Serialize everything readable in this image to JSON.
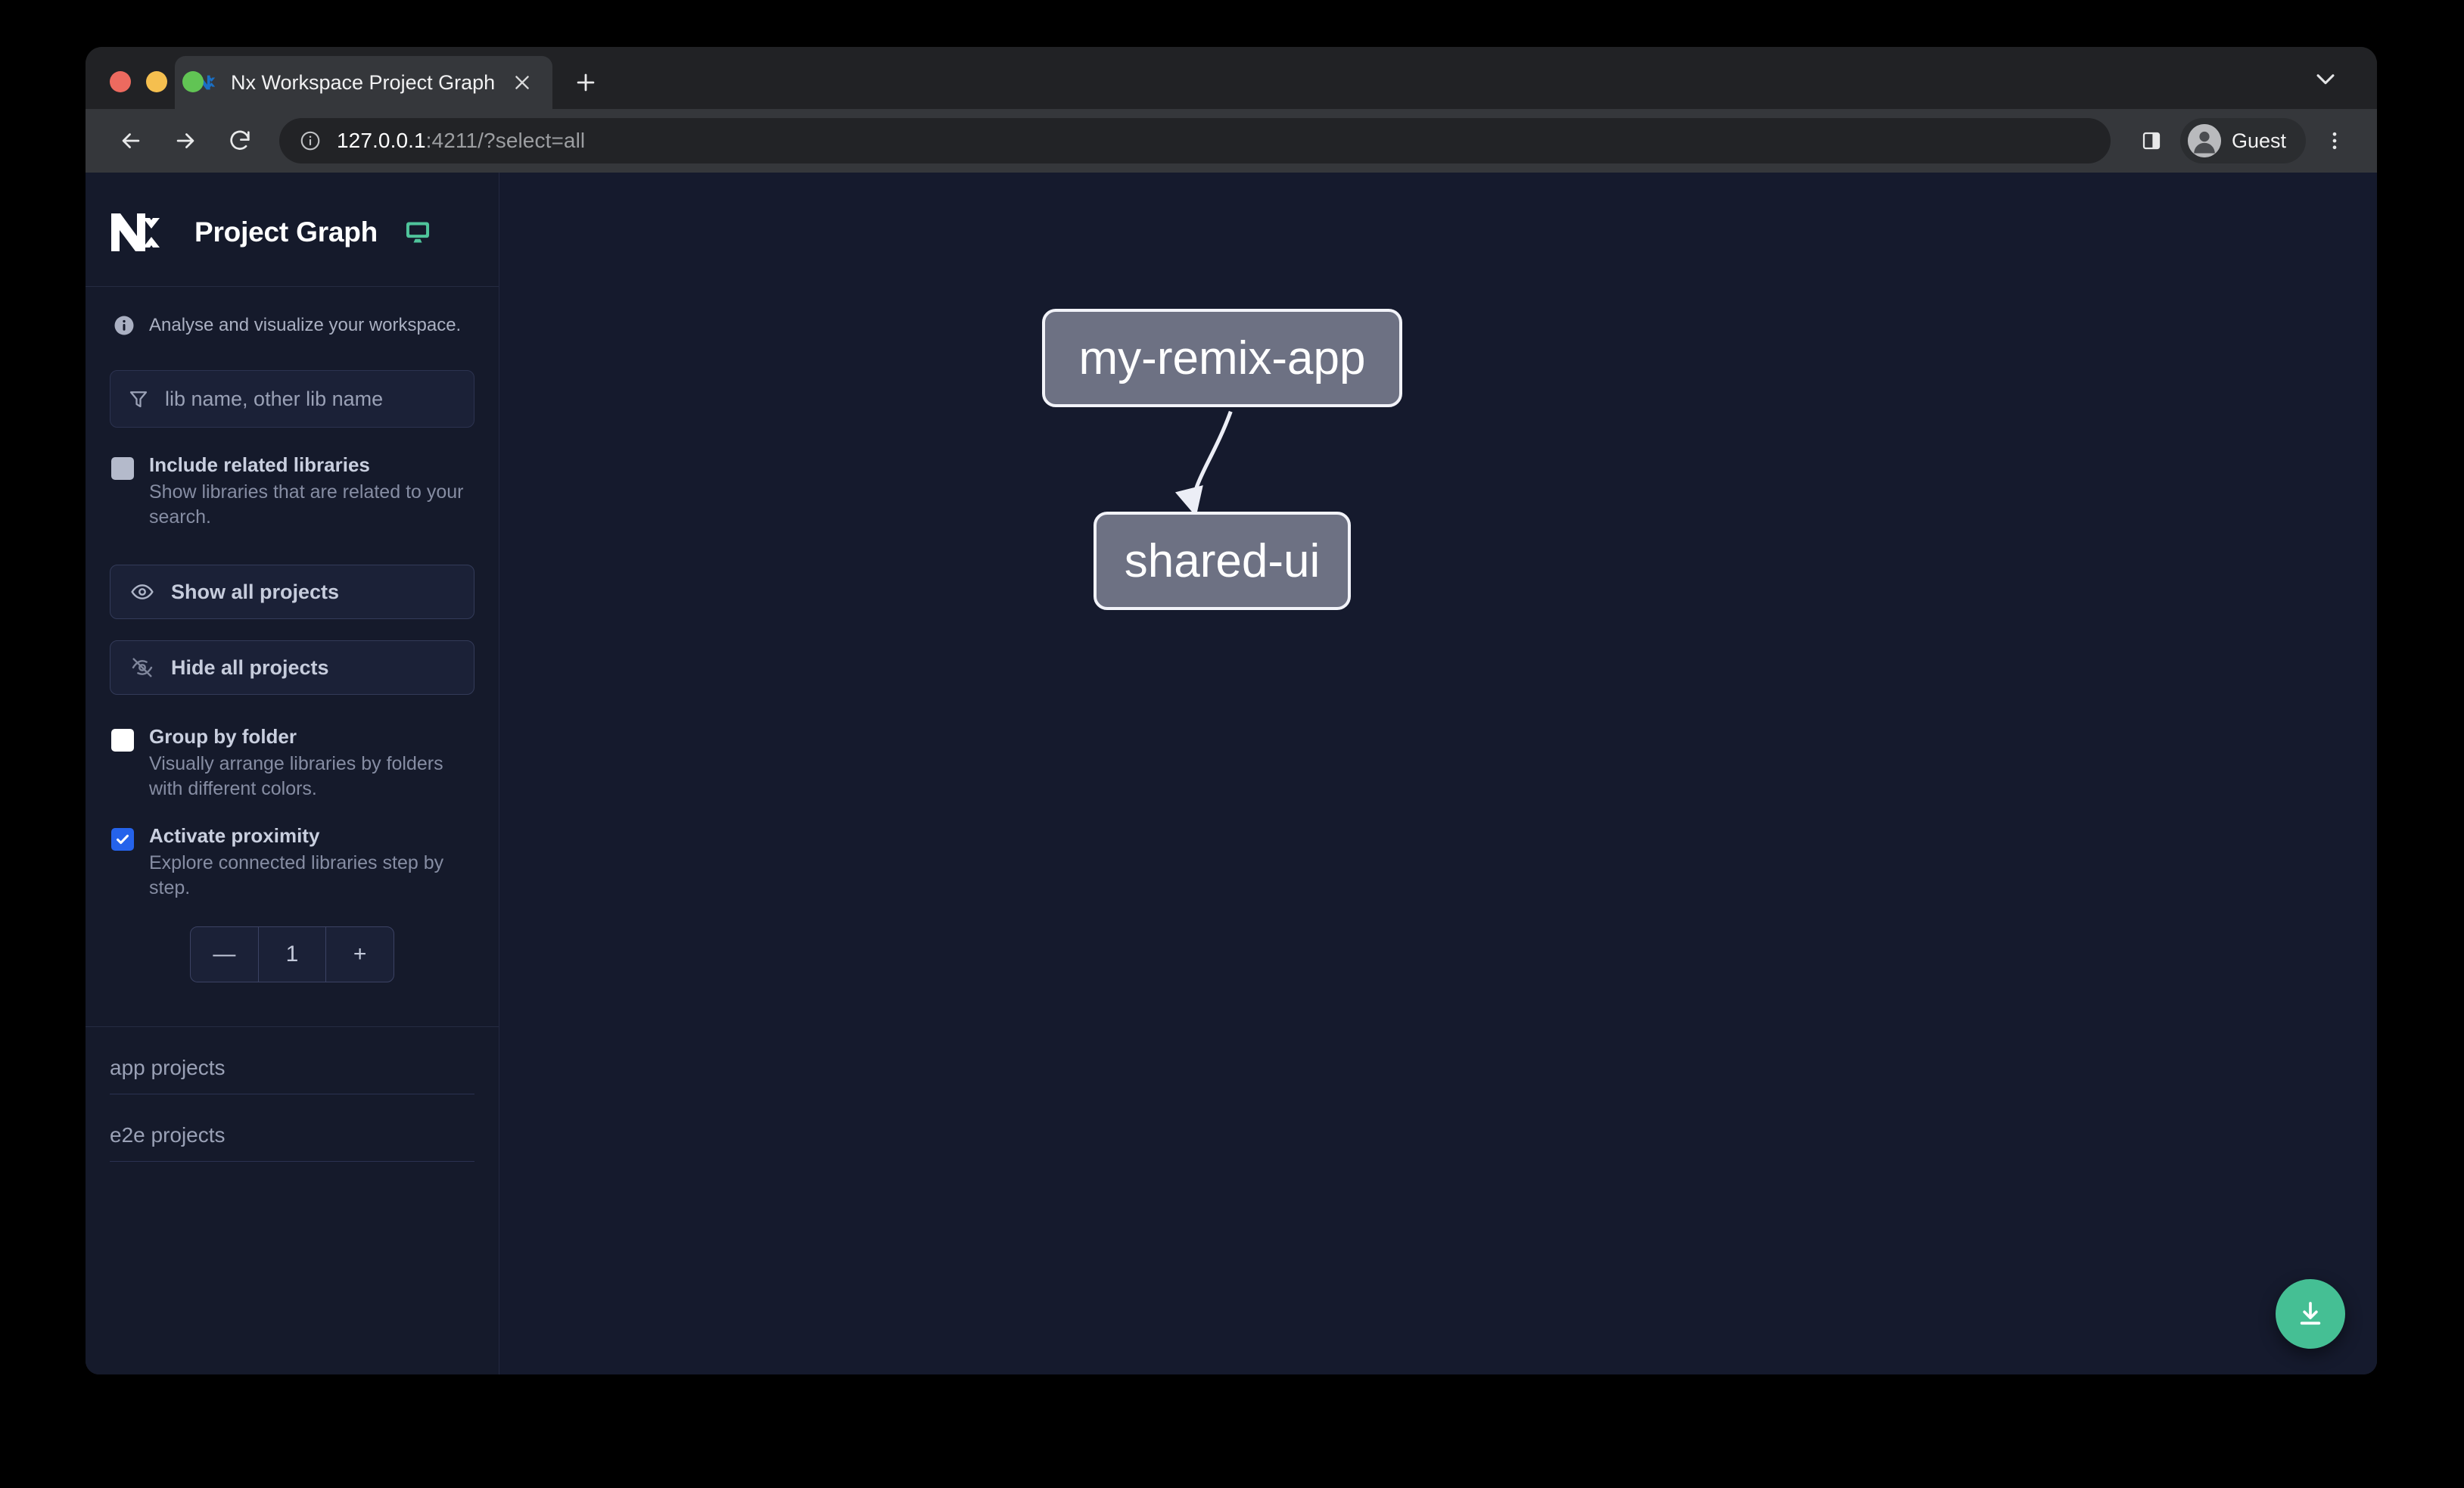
{
  "browser": {
    "tab": {
      "title": "Nx Workspace Project Graph",
      "favicon_icon": "nx-logo-icon",
      "close_icon": "close-icon"
    },
    "new_tab_label": "+",
    "tabstrip_chevron_icon": "chevron-down-icon",
    "toolbar": {
      "back_icon": "arrow-left-icon",
      "forward_icon": "arrow-right-icon",
      "reload_icon": "reload-icon",
      "site_info_icon": "info-circle-icon",
      "url_host": "127.0.0.1",
      "url_rest": ":4211/?select=all",
      "sidepanel_icon": "side-panel-icon",
      "profile_name": "Guest",
      "profile_avatar_icon": "person-icon",
      "menu_icon": "kebab-menu-icon"
    }
  },
  "sidebar": {
    "brand": {
      "logo_icon": "nx-logo-icon",
      "title": "Project Graph",
      "mode_icon": "monitor-icon"
    },
    "hint": {
      "icon": "info-icon",
      "text": "Analyse and visualize your workspace."
    },
    "filter": {
      "icon": "funnel-icon",
      "placeholder": "lib name, other lib name",
      "value": ""
    },
    "options": [
      {
        "label": "Include related libraries",
        "description": "Show libraries that are related to your search.",
        "checked": false,
        "style": "gray"
      },
      {
        "label": "Group by folder",
        "description": "Visually arrange libraries by folders with different colors.",
        "checked": false,
        "style": "white"
      },
      {
        "label": "Activate proximity",
        "description": "Explore connected libraries step by step.",
        "checked": true,
        "style": "blue"
      }
    ],
    "buttons": [
      {
        "label": "Show all projects",
        "icon": "eye-icon"
      },
      {
        "label": "Hide all projects",
        "icon": "eye-off-icon"
      }
    ],
    "stepper": {
      "decrement_label": "—",
      "value": "1",
      "increment_label": "+"
    },
    "sections": [
      {
        "label": "app projects"
      },
      {
        "label": "e2e projects"
      }
    ]
  },
  "graph": {
    "nodes": [
      {
        "id": "my-remix-app",
        "label": "my-remix-app"
      },
      {
        "id": "shared-ui",
        "label": "shared-ui"
      }
    ],
    "edges": [
      {
        "from": "my-remix-app",
        "to": "shared-ui"
      }
    ],
    "download_button": {
      "icon": "download-icon",
      "color": "#45bf94"
    }
  },
  "colors": {
    "canvas_bg": "#151a2d",
    "sidebar_bg": "#151a2b",
    "node_fill": "#6d7183",
    "node_border": "#f2f3f9",
    "accent_green": "#45bf94",
    "checkbox_blue": "#2563eb"
  }
}
